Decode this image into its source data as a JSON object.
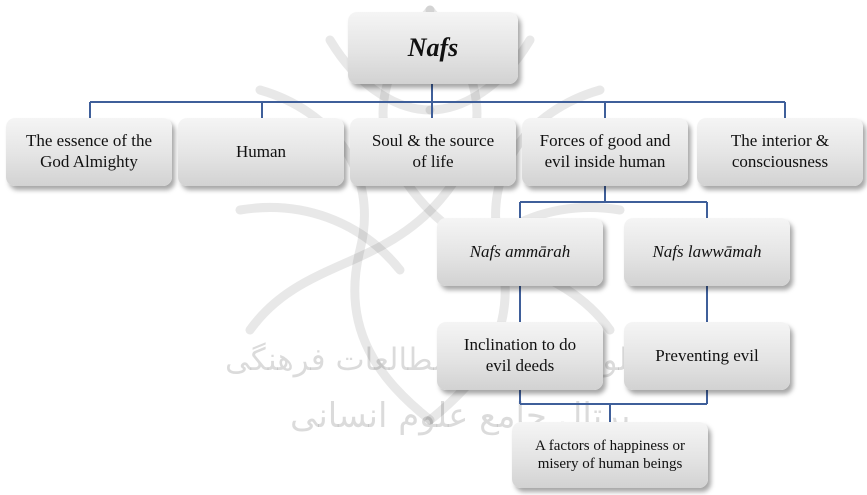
{
  "diagram": {
    "root": "Nafs",
    "categories": [
      "The essence of the\nGod Almighty",
      "Human",
      "Soul & the source\nof life",
      "Forces of good and\nevil inside human",
      "The interior &\nconsciousness"
    ],
    "forces": [
      "Nafs ammārah",
      "Nafs lawwāmah"
    ],
    "effects": [
      "Inclination to do\nevil deeds",
      "Preventing evil"
    ],
    "outcome": "A factors of happiness or\nmisery of human beings"
  },
  "watermark": {
    "line1": "پژوهشگاه علوم انسانی و مطالعات فرهنگی",
    "line2": "پرتال جامع علوم انسانی"
  },
  "colors": {
    "connector": "#3f5f9a",
    "box_light": "#f5f5f5",
    "box_dark": "#d2d2d2"
  }
}
